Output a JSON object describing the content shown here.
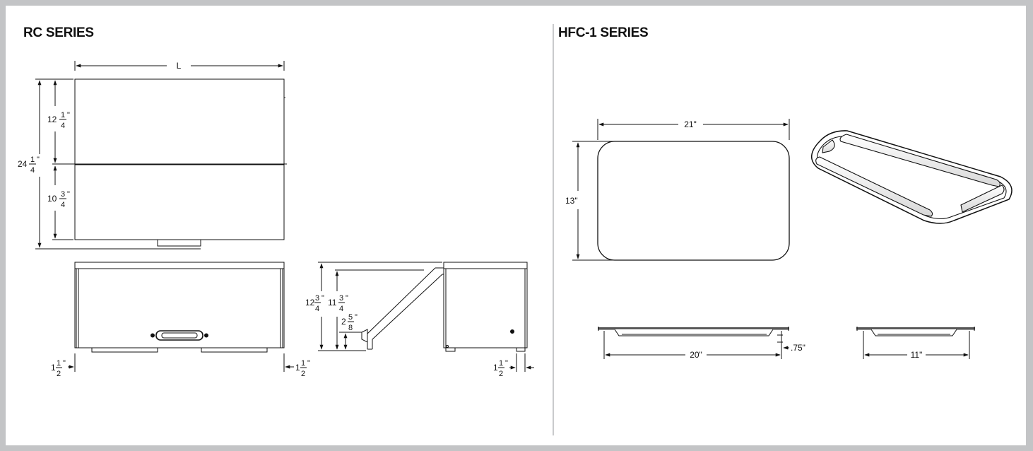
{
  "sections": {
    "rc": {
      "title": "RC SERIES",
      "labels": {
        "length": "L",
        "top_height": "12",
        "top_height_frac": [
          "1",
          "4"
        ],
        "total_height": "24",
        "total_height_frac": [
          "1",
          "4"
        ],
        "bottom_height": "10",
        "bottom_height_frac": [
          "3",
          "4"
        ],
        "left_offset": "1",
        "left_offset_frac": [
          "1",
          "2"
        ],
        "right_offset": "1",
        "right_offset_frac": [
          "1",
          "2"
        ],
        "side_height_outer": "12",
        "side_height_outer_frac": [
          "3",
          "4"
        ],
        "side_height_inner": "11",
        "side_height_inner_frac": [
          "3",
          "4"
        ],
        "drain_height": "2",
        "drain_height_frac": [
          "5",
          "8"
        ],
        "side_offset": "1",
        "side_offset_frac": [
          "1",
          "2"
        ]
      }
    },
    "hfc": {
      "title": "HFC-1 SERIES",
      "labels": {
        "width": "21\"",
        "depth": "13\"",
        "front_width": "20\"",
        "lip_height": ".75\"",
        "side_width": "11\""
      }
    }
  },
  "colors": {
    "background": "#c3c4c6",
    "panel": "#ffffff",
    "divider": "#c9cacc",
    "line": "#111111"
  }
}
